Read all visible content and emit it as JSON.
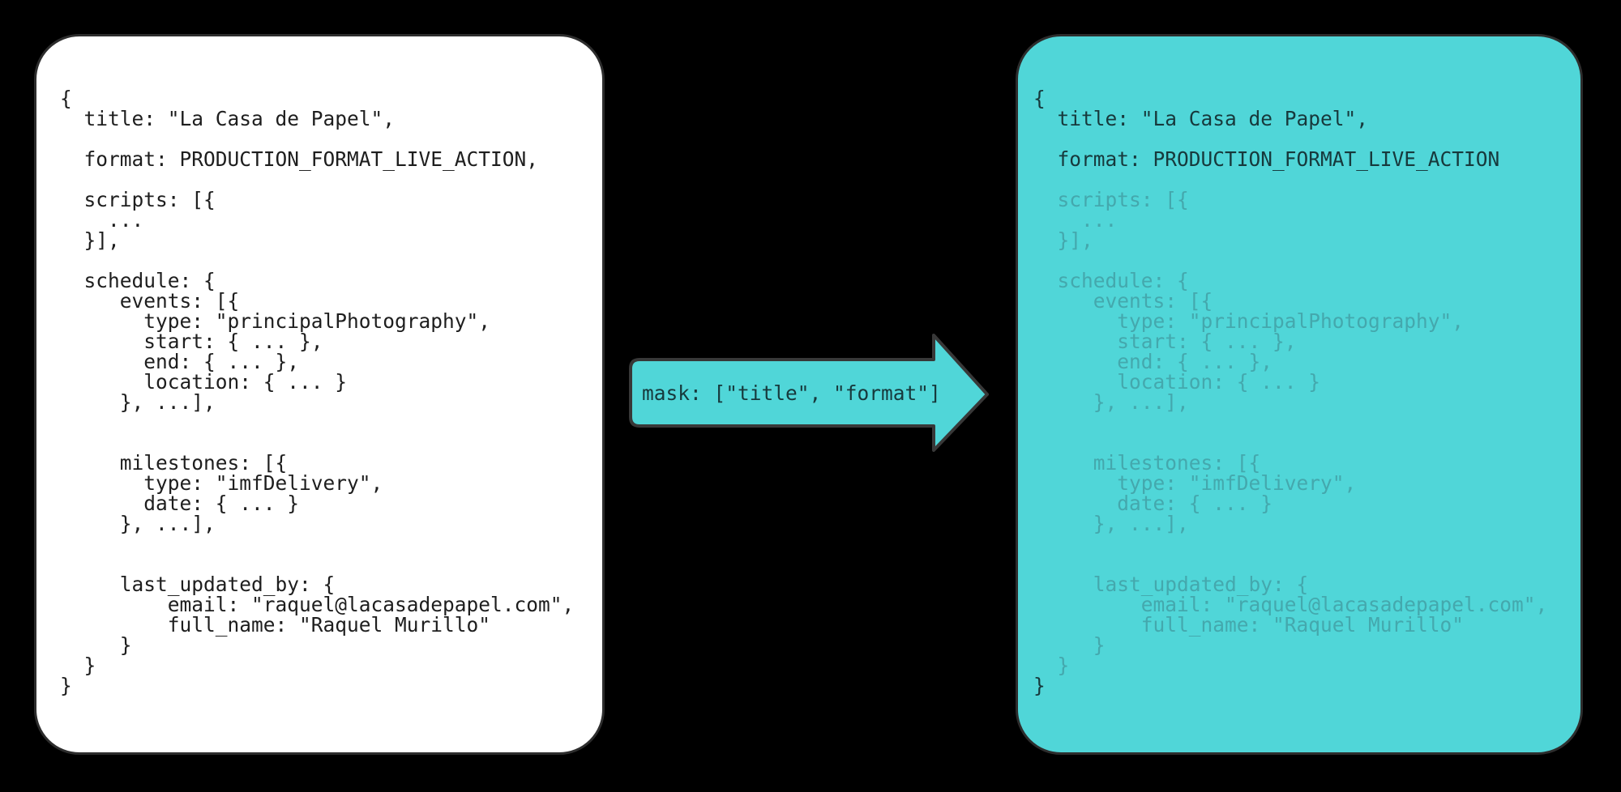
{
  "page": {
    "background": "#000000"
  },
  "cards": {
    "original": {
      "name": "original-json-document",
      "bg": "#ffffff",
      "border": "#2d2d2d",
      "text_color": "#1e1e1e",
      "lines": [
        {
          "t": "{"
        },
        {
          "t": "  title: \"La Casa de Papel\","
        },
        {
          "t": ""
        },
        {
          "t": "  format: PRODUCTION_FORMAT_LIVE_ACTION,"
        },
        {
          "t": ""
        },
        {
          "t": "  scripts: [{"
        },
        {
          "t": "    ..."
        },
        {
          "t": "  }],"
        },
        {
          "t": ""
        },
        {
          "t": "  schedule: {"
        },
        {
          "t": "     events: [{"
        },
        {
          "t": "       type: \"principalPhotography\","
        },
        {
          "t": "       start: { ... },"
        },
        {
          "t": "       end: { ... },"
        },
        {
          "t": "       location: { ... }"
        },
        {
          "t": "     }, ...],"
        },
        {
          "t": ""
        },
        {
          "t": ""
        },
        {
          "t": "     milestones: [{"
        },
        {
          "t": "       type: \"imfDelivery\","
        },
        {
          "t": "       date: { ... }"
        },
        {
          "t": "     }, ...],"
        },
        {
          "t": ""
        },
        {
          "t": ""
        },
        {
          "t": "     last_updated_by: {"
        },
        {
          "t": "         email: \"raquel@lacasadepapel.com\","
        },
        {
          "t": "         full_name: \"Raquel Murillo\""
        },
        {
          "t": "     }"
        },
        {
          "t": "  }"
        },
        {
          "t": "}"
        }
      ]
    },
    "masked": {
      "name": "masked-json-document",
      "bg": "#50d6d8",
      "border": "#2d2d2d",
      "text_color": "#17393c",
      "masked_text_color": "#44a8ad",
      "lines": [
        {
          "t": "{"
        },
        {
          "t": "  title: \"La Casa de Papel\","
        },
        {
          "t": ""
        },
        {
          "t": "  format: PRODUCTION_FORMAT_LIVE_ACTION"
        },
        {
          "t": ""
        },
        {
          "t": "  scripts: [{",
          "m": true
        },
        {
          "t": "    ...",
          "m": true
        },
        {
          "t": "  }],",
          "m": true
        },
        {
          "t": ""
        },
        {
          "t": "  schedule: {",
          "m": true
        },
        {
          "t": "     events: [{",
          "m": true
        },
        {
          "t": "       type: \"principalPhotography\",",
          "m": true
        },
        {
          "t": "       start: { ... },",
          "m": true
        },
        {
          "t": "       end: { ... },",
          "m": true
        },
        {
          "t": "       location: { ... }",
          "m": true
        },
        {
          "t": "     }, ...],",
          "m": true
        },
        {
          "t": ""
        },
        {
          "t": ""
        },
        {
          "t": "     milestones: [{",
          "m": true
        },
        {
          "t": "       type: \"imfDelivery\",",
          "m": true
        },
        {
          "t": "       date: { ... }",
          "m": true
        },
        {
          "t": "     }, ...],",
          "m": true
        },
        {
          "t": ""
        },
        {
          "t": ""
        },
        {
          "t": "     last_updated_by: {",
          "m": true
        },
        {
          "t": "         email: \"raquel@lacasadepapel.com\",",
          "m": true
        },
        {
          "t": "         full_name: \"Raquel Murillo\"",
          "m": true
        },
        {
          "t": "     }",
          "m": true
        },
        {
          "t": "  }",
          "m": true
        },
        {
          "t": "}"
        }
      ]
    }
  },
  "arrow": {
    "label": "mask: [\"title\", \"format\"]",
    "fill": "#50d6d8",
    "border": "#383838",
    "text_color": "#17393c"
  }
}
